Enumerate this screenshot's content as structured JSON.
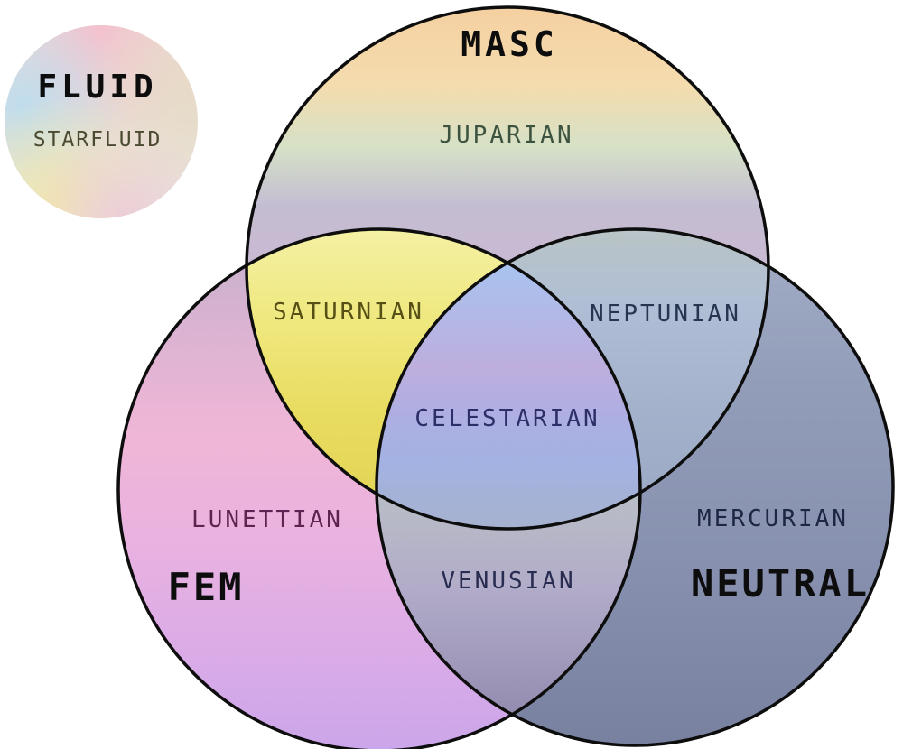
{
  "diagram": {
    "background": "#ffffff",
    "outline_color": "#0d0d0d",
    "sets": {
      "masc": {
        "name": "MASC",
        "name_color": "#0d0d0d",
        "region": "JUPARIAN",
        "region_color": "#3c5340"
      },
      "fem": {
        "name": "FEM",
        "name_color": "#0d0d0d",
        "region": "LUNETTIAN",
        "region_color": "#5e2350"
      },
      "neutral": {
        "name": "NEUTRAL",
        "name_color": "#0d0d0d",
        "region": "MERCURIAN",
        "region_color": "#1e2742"
      },
      "fluid": {
        "name": "FLUID",
        "name_color": "#0d0d0d",
        "region": "STARFLUID",
        "region_color": "#4b4a31"
      }
    },
    "overlaps": {
      "masc_fem": {
        "label": "SATURNIAN",
        "label_color": "#565016"
      },
      "masc_neutral": {
        "label": "NEPTUNIAN",
        "label_color": "#273650"
      },
      "fem_neutral": {
        "label": "VENUSIAN",
        "label_color": "#282c50"
      },
      "all_three": {
        "label": "CELESTARIAN",
        "label_color": "#2c2e68"
      }
    },
    "gradients": {
      "masc": [
        "#f5d0a1",
        "#f4dcae",
        "#d5e1c7",
        "#c4bdd2",
        "#cab9d3",
        "#c2b0ca"
      ],
      "fem": [
        "#c2b1cb",
        "#dcb3d2",
        "#f0b6d7",
        "#e9b2e0",
        "#ddace6",
        "#cba6ea"
      ],
      "neutral": [
        "#a3adc6",
        "#929db9",
        "#8791af",
        "#78819f"
      ],
      "saturnian": [
        "#f4f0a4",
        "#efe87e",
        "#e8dc60",
        "#e3d557"
      ],
      "neptunian": [
        "#b9c4c6",
        "#afbed5",
        "#a3b1cb",
        "#9daac6"
      ],
      "venusian": [
        "#b9bec6",
        "#b1abc9",
        "#948cb0"
      ],
      "celestarian": [
        "#a8c3ef",
        "#bdaedd",
        "#b0aee2",
        "#a3b2e2",
        "#a6b2cf"
      ],
      "fluid": {
        "base": "#e9e2d8",
        "top_pink": "#f4bfce",
        "left_blue": "#badcf0",
        "bottom_yellow": "#f2e8aa",
        "bottom_pink": "#eccadc",
        "right_warm": "#e6d9c4"
      }
    }
  }
}
